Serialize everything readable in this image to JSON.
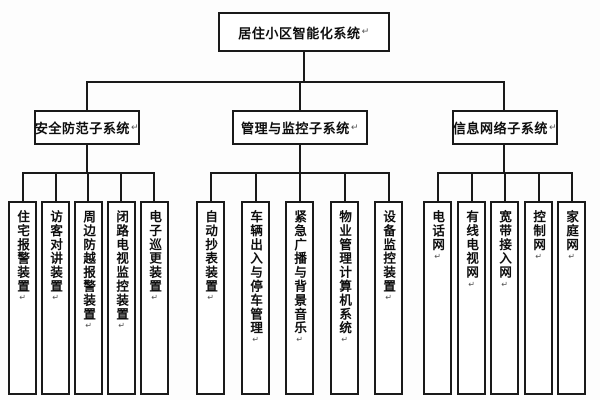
{
  "diagram": {
    "title": "居住小区智能化系统",
    "type": "organizational-tree",
    "text_mark": "↵",
    "colors": {
      "background": "#fdfdfd",
      "box_fill": "#ffffff",
      "border": "#1a1a1a",
      "text": "#0d0d0d",
      "connector": "#1a1a1a"
    },
    "root": {
      "label": "居住小区智能化系统"
    },
    "branches": [
      {
        "label": "安全防范子系统",
        "leaves": [
          {
            "label": "住宅报警装置"
          },
          {
            "label": "访客对讲装置"
          },
          {
            "label": "周边防越报警装置"
          },
          {
            "label": "闭路电视监控装置"
          },
          {
            "label": "电子巡更装置"
          }
        ]
      },
      {
        "label": "管理与监控子系统",
        "leaves": [
          {
            "label": "自动抄表装置"
          },
          {
            "label": "车辆出入与停车管理"
          },
          {
            "label": "紧急广播与背景音乐"
          },
          {
            "label": "物业管理计算机系统"
          },
          {
            "label": "设备监控装置"
          }
        ]
      },
      {
        "label": "信息网络子系统",
        "leaves": [
          {
            "label": "电话网"
          },
          {
            "label": "有线电视网"
          },
          {
            "label": "宽带接入网"
          },
          {
            "label": "控制网"
          },
          {
            "label": "家庭网"
          }
        ]
      }
    ]
  }
}
